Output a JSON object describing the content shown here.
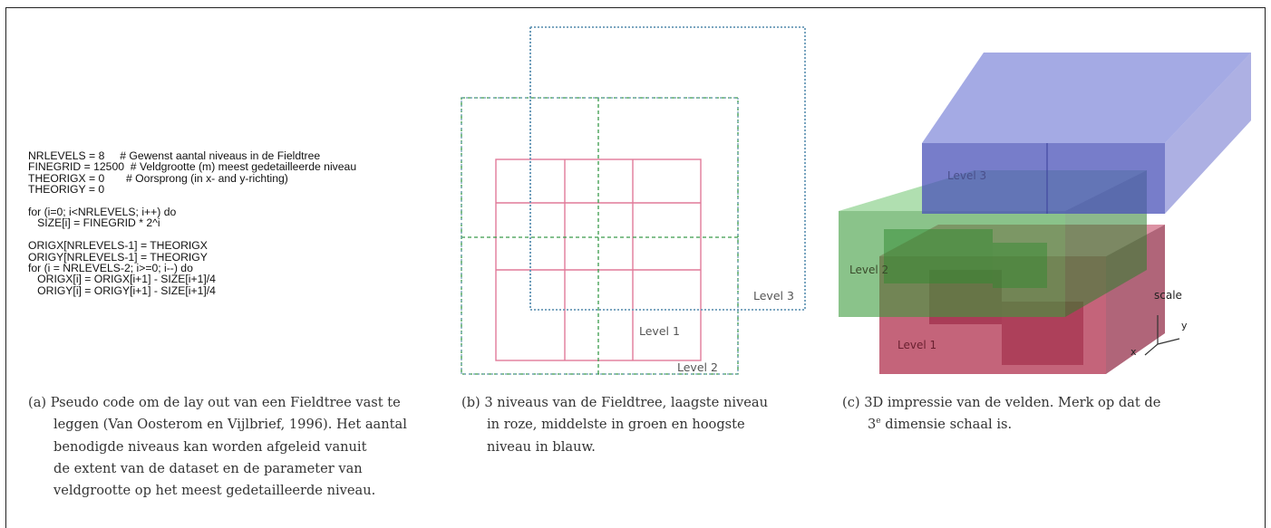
{
  "code_lines": [
    "NRLEVELS = 8     # Gewenst aantal niveaus in de Fieldtree",
    "FINEGRID = 12500  # Veldgrootte (m) meest gedetailleerde niveau",
    "THEORIGX = 0       # Oorsprong (in x- and y-richting)",
    "THEORIGY = 0",
    "",
    "for (i=0; i<NRLEVELS; i++) do",
    "   SIZE[i] = FINEGRID * 2^i",
    "",
    "ORIGX[NRLEVELS-1] = THEORIGX",
    "ORIGY[NRLEVELS-1] = THEORIGY",
    "for (i = NRLEVELS-2; i>=0; i--) do",
    "   ORIGX[i] = ORIGX[i+1] - SIZE[i+1]/4",
    "   ORIGY[i] = ORIGY[i+1] - SIZE[i+1]/4"
  ],
  "fig_b": {
    "level1": "Level 1",
    "level2": "Level  2",
    "level3": "Level 3",
    "colors": {
      "level1": "#e07a99",
      "level2": "#3a9a4a",
      "level3": "#6a9ab8"
    }
  },
  "fig_c": {
    "level1": "Level 1",
    "level2": "Level 2",
    "level3": "Level 3",
    "scale": "scale",
    "axis_x": "x",
    "axis_y": "y",
    "colors": {
      "level1": "#b0304e",
      "level2": "#3c9b3c",
      "level3": "#4a52b8"
    }
  },
  "captions": {
    "a": {
      "label": "(a)",
      "lines": [
        "Pseudo code om de lay out van een Fieldtree vast te",
        "leggen (Van Oosterom en Vijlbrief, 1996). Het aantal",
        "benodigde niveaus kan worden afgeleid vanuit",
        "de extent van de dataset en de parameter van",
        "veldgrootte op het meest gedetailleerde niveau."
      ]
    },
    "b": {
      "label": "(b)",
      "lines": [
        "3 niveaus van de Fieldtree, laagste niveau",
        "in roze, middelste in groen en hoogste",
        "niveau in blauw."
      ]
    },
    "c": {
      "label": "(c)",
      "line1": "3D impressie van de velden. Merk op dat de",
      "line2_pre": "3",
      "line2_sup": "e",
      "line2_post": " dimensie schaal is."
    }
  }
}
